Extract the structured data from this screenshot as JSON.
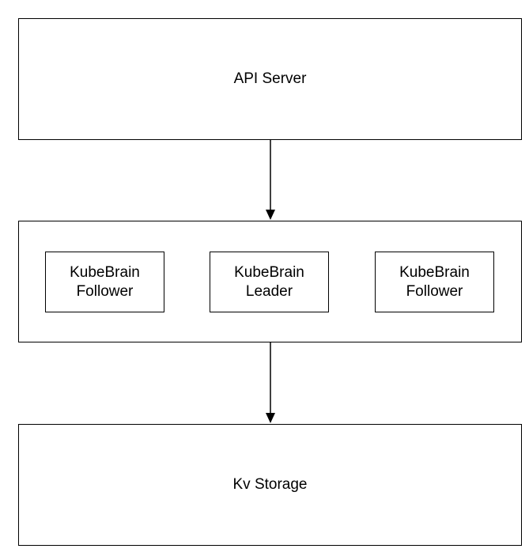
{
  "api_server": {
    "label": "API Server"
  },
  "cluster": {
    "nodes": [
      {
        "label": "KubeBrain\nFollower"
      },
      {
        "label": "KubeBrain\nLeader"
      },
      {
        "label": "KubeBrain\nFollower"
      }
    ]
  },
  "kv_storage": {
    "label": "Kv Storage"
  },
  "colors": {
    "stroke": "#000000",
    "fill": "#ffffff"
  }
}
